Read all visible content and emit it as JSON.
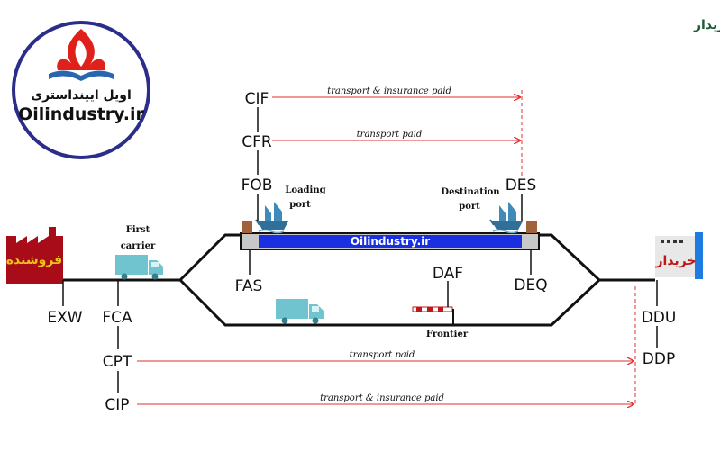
{
  "title": "قوانین اینکوترمز: انتقال ریسک از فروشنده به خریدار",
  "logo": {
    "persian": "اویل ایینداستری",
    "english": "Oilindustry.ir"
  },
  "seller_label": "فروشنده",
  "buyer_label": "خریدار",
  "vessel_bar_text": "Oilindustry.ir",
  "terms": {
    "exw": "EXW",
    "fca": "FCA",
    "cpt": "CPT",
    "cip": "CIP",
    "fas": "FAS",
    "fob": "FOB",
    "cfr": "CFR",
    "cif": "CIF",
    "des": "DES",
    "deq": "DEQ",
    "daf": "DAF",
    "ddu": "DDU",
    "ddp": "DDP"
  },
  "notes": {
    "first_carrier_1": "First",
    "first_carrier_2": "carrier",
    "loading_port_1": "Loading",
    "loading_port_2": "port",
    "destination_port_1": "Destination",
    "destination_port_2": "port",
    "frontier": "Frontier"
  },
  "arrows": {
    "cif": "transport & insurance paid",
    "cfr": "transport paid",
    "cpt": "transport paid",
    "cip": "transport & insurance paid"
  },
  "colors": {
    "vessel_bar": "#1a2fe0",
    "truck": "#6fc4cf",
    "ship": "#2f6f98",
    "arrow": "#e03030",
    "seller_bg": "#a80c18",
    "buyer_accent": "#1e7be0",
    "logo_ring": "#2a2e8a",
    "flame": "#e0201a"
  }
}
